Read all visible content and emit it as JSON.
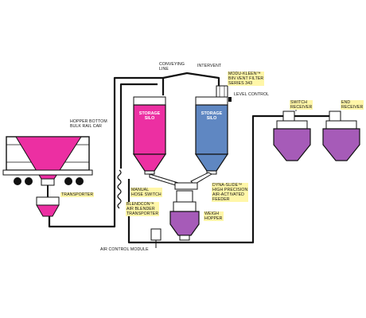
{
  "labels": {
    "hopper_bottom_rail_car": [
      "HOPPER BOTTOM",
      "BULK RAIL CAR"
    ],
    "transporter": "TRANSPORTER",
    "conveying_line": [
      "CONVEYING",
      "LINE"
    ],
    "intervent": "INTERVENT",
    "modu_kleen": [
      "MODU-KLEEN™",
      "BIN VENT FILTER",
      "SERIES 343"
    ],
    "level_control": "LEVEL CONTROL",
    "storage_silo_left": [
      "STORAGE",
      "SILO"
    ],
    "storage_silo_right": [
      "STORAGE",
      "SILO"
    ],
    "manual_hose_switch": [
      "MANUAL",
      "HOSE SWITCH"
    ],
    "blendcon": [
      "BLENDCON™",
      "AIR BLENDER",
      "TRANSPORTER"
    ],
    "dyna_slide": [
      "DYNA-SLIDE™",
      "HIGH PRECISION",
      "AIR-ACTIVATED",
      "FEEDER"
    ],
    "weigh_hopper": [
      "WEIGH",
      "HOPPER"
    ],
    "air_control_module": "AIR CONTROL MODULE",
    "switch_receiver": [
      "SWITCH",
      "RECEIVER"
    ],
    "end_receiver": [
      "END",
      "RECEIVER"
    ]
  },
  "colors": {
    "magenta": "#ec2fa2",
    "blue": "#5f87c2",
    "purple": "#a65bb8",
    "pipe": "#111111",
    "highlight": "#fff6a8"
  }
}
